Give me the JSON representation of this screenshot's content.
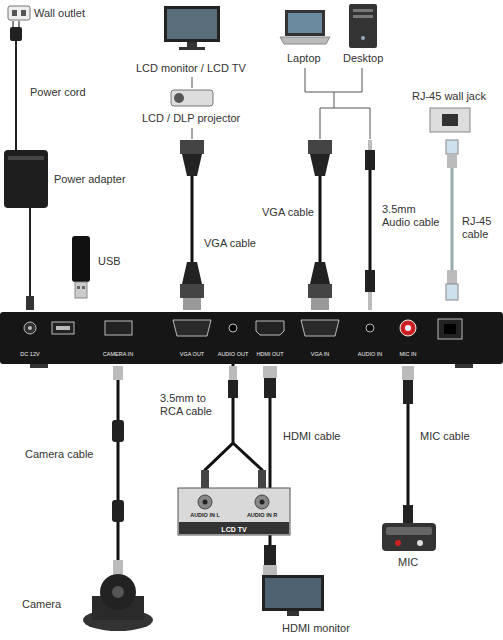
{
  "diagram": {
    "nodes": [
      {
        "text": [
          "DC 12V",
          "CAMERA IN",
          "VGA OUT",
          "AUDIO OUT",
          "HDMI OUT",
          "VGA IN",
          "AUDIO IN",
          "MIC IN"
        ]
      },
      {
        "text": [
          "AUDIO IN L",
          "AUDIO IN R",
          "LCD TV"
        ]
      }
    ],
    "edges": [
      {
        "from": 0,
        "to": 1,
        "arrow": "none",
        "label": "3.5mm to RCA cable"
      }
    ],
    "labels": [
      "Wall outlet",
      "LCD monitor / LCD TV",
      "Laptop",
      "Desktop",
      "Power cord",
      "RJ-45 wall jack",
      "LCD / DLP projector",
      "Power adapter",
      "VGA cable",
      "3.5mm Audio cable",
      "RJ-45 cable",
      "VGA cable",
      "USB",
      "Camera cable",
      "HDMI cable",
      "MIC cable",
      "Camera",
      "MIC",
      "HDMI monitor"
    ]
  }
}
